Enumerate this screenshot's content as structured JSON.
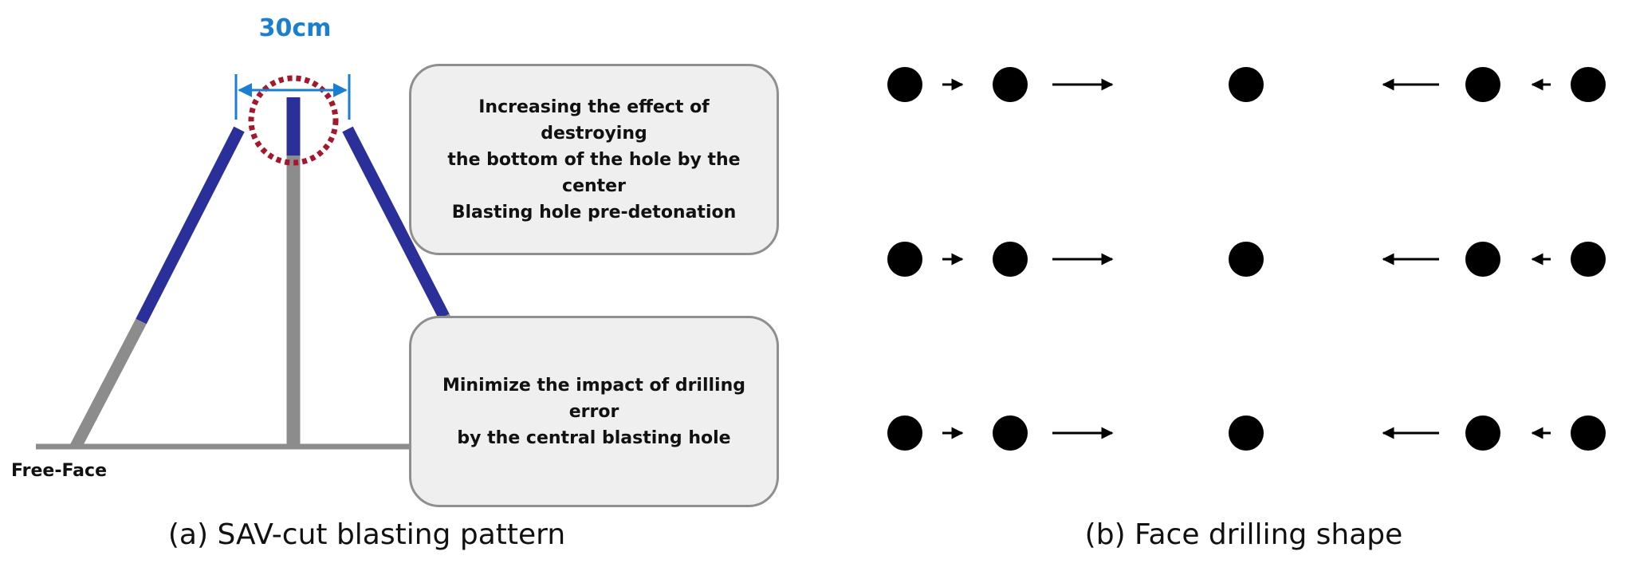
{
  "panel_a": {
    "dimension_label": "30cm",
    "free_face_label": "Free-Face",
    "callout_top": "Increasing the effect of destroying\nthe bottom of the hole by the center\nBlasting hole pre-detonation",
    "callout_bottom": "Minimize the impact of drilling error\nby the central blasting hole",
    "caption": "(a) SAV-cut blasting pattern",
    "colors": {
      "charge": "#2b2f9a",
      "hole": "#8c8c8c",
      "dimension": "#1a7fd0",
      "circle": "#a5172c"
    }
  },
  "panel_b": {
    "caption": "(b) Face drilling shape",
    "rows": 3,
    "holes_per_row": 5,
    "arrow_pattern": [
      "right",
      "right",
      "none",
      "left",
      "left"
    ]
  }
}
